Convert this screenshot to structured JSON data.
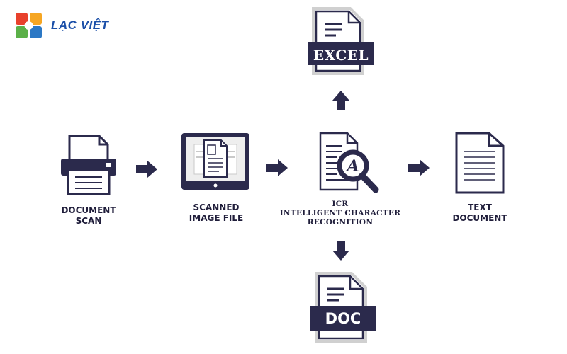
{
  "brand": {
    "name": "LẠC VIỆT"
  },
  "steps": {
    "scan": {
      "label": "DOCUMENT\nSCAN"
    },
    "image": {
      "label": "SCANNED\nIMAGE FILE"
    },
    "icr": {
      "abbr": "ICR",
      "label": "INTELLIGENT CHARACTER\nRECOGNITION",
      "glyph": "A"
    },
    "text": {
      "label": "TEXT\nDOCUMENT"
    }
  },
  "outputs": {
    "excel": {
      "label": "EXCEL"
    },
    "doc": {
      "label": "DOC"
    }
  },
  "colors": {
    "primary": "#2b2a4c",
    "brand_blue": "#1b4fa8",
    "logo_red": "#e8412c",
    "logo_yellow": "#f6a623",
    "logo_green": "#5bb048",
    "logo_blue": "#2b78c5"
  }
}
